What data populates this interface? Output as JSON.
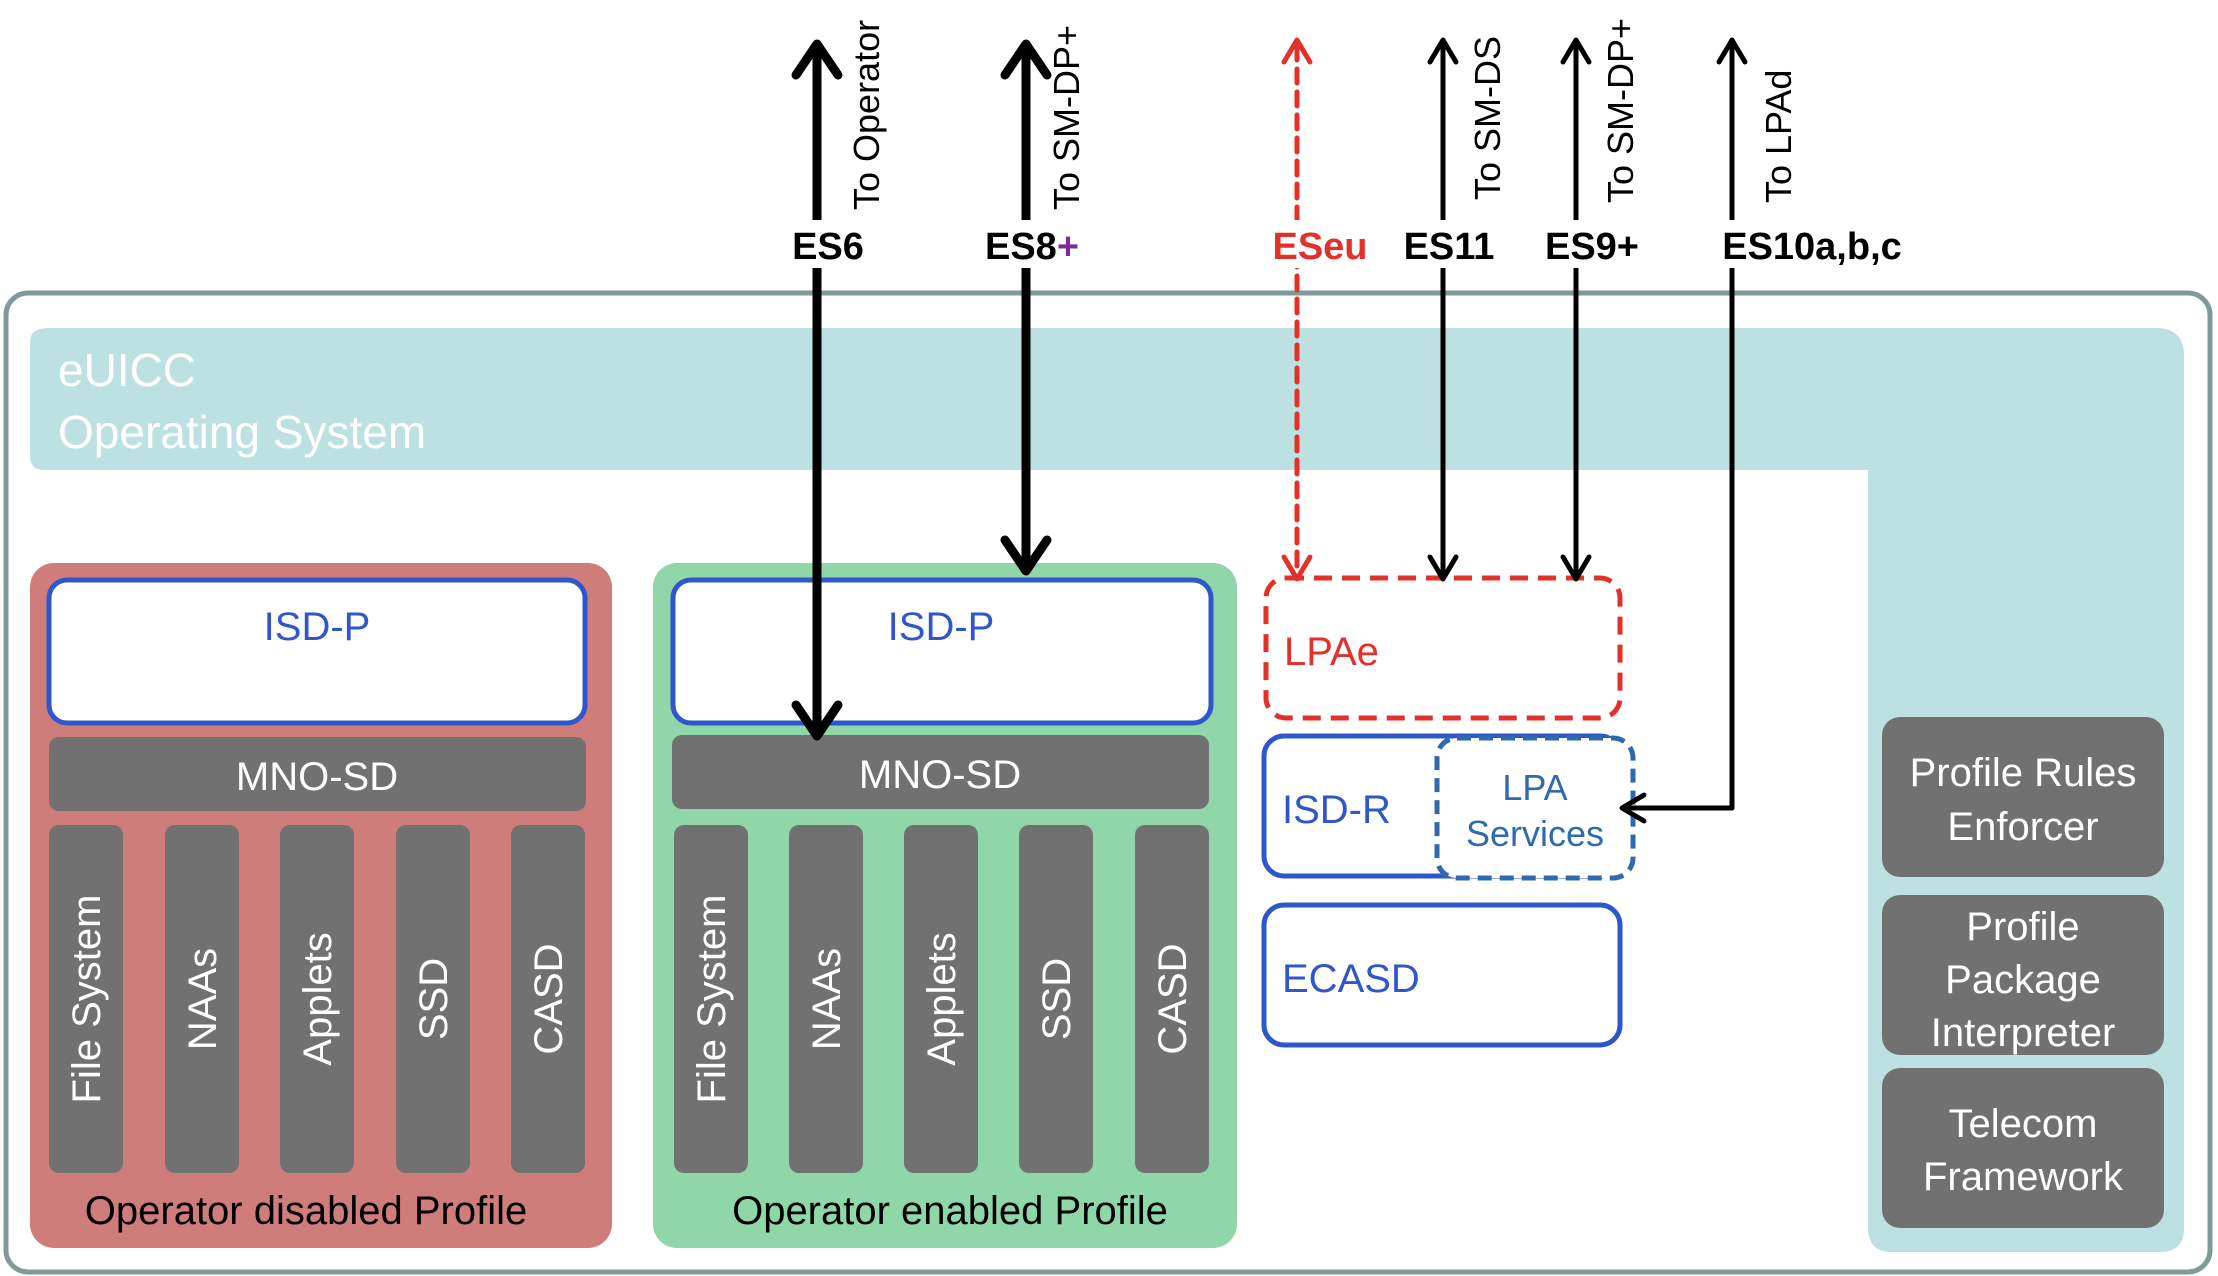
{
  "colors": {
    "frame": "#7f9a9a",
    "os_band": "#bde0e2",
    "disabled_profile": "#cf7d7b",
    "enabled_profile": "#8fd6a9",
    "component_gray": "#717171",
    "blue": "#2f57cc",
    "red": "#e2302a",
    "purple": "#7a2aa0",
    "black": "#000000",
    "white": "#ffffff"
  },
  "os": {
    "line1": "eUICC",
    "line2": "Operating System"
  },
  "disabled_profile": {
    "isdp": "ISD-P",
    "mnosd": "MNO-SD",
    "components": [
      "File System",
      "NAAs",
      "Applets",
      "SSD",
      "CASD"
    ],
    "caption": "Operator disabled Profile"
  },
  "enabled_profile": {
    "isdp": "ISD-P",
    "mnosd": "MNO-SD",
    "components": [
      "File System",
      "NAAs",
      "Applets",
      "SSD",
      "CASD"
    ],
    "caption": "Operator enabled Profile"
  },
  "lpae": "LPAe",
  "isdr": "ISD-R",
  "lpa_services": {
    "line1": "LPA",
    "line2": "Services"
  },
  "ecasd": "ECASD",
  "side_boxes": [
    {
      "lines": [
        "Profile Rules",
        "Enforcer"
      ]
    },
    {
      "lines": [
        "Profile",
        "Package",
        "Interpreter"
      ]
    },
    {
      "lines": [
        "Telecom",
        "Framework"
      ]
    }
  ],
  "interfaces": {
    "es6": {
      "label": "ES6",
      "target": "To Operator"
    },
    "es8": {
      "label": "ES8",
      "plus": "+",
      "target": "To SM-DP+"
    },
    "eseu": {
      "label": "ESeu"
    },
    "es11": {
      "label": "ES11",
      "target": "To SM-DS"
    },
    "es9": {
      "label": "ES9+",
      "target": "To SM-DP+"
    },
    "es10": {
      "label": "ES10a,b,c",
      "target": "To LPAd"
    }
  }
}
